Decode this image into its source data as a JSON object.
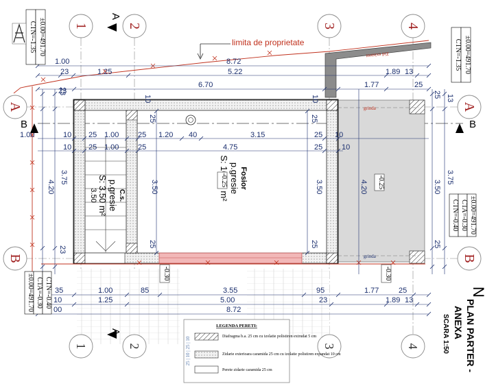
{
  "title": {
    "line1": "PLAN PARTER -",
    "line2": "ANEXA",
    "scale": "SCARA 1:50",
    "north": "N"
  },
  "property_line_label": "limita de proprietate",
  "street_label": "Zid existent",
  "axes": {
    "col": [
      "1",
      "2",
      "3",
      "4"
    ],
    "row": [
      "A",
      "B"
    ]
  },
  "section_marks": {
    "a": "A",
    "b": "B"
  },
  "levels": {
    "top_left": {
      "l1": "CTN=-1.35",
      "l2": "±0.00=491.70"
    },
    "top_right": {
      "l1": "CTN=-1.35",
      "l2": "±0.00=491.70"
    },
    "right_mid": {
      "l1": "CTN=-0.40",
      "l2": "CTA=-0.30",
      "l3": "±0.00=491.70"
    },
    "bottom_left": {
      "l1": "CTN=-0.40",
      "l2": "CTA=-0.30",
      "l3": "±0.00=491.70"
    },
    "room_fosior": "-0.25",
    "terrace": "-0.25",
    "entry_left": "-0.30",
    "entry_right": "-0.30"
  },
  "rooms": {
    "fosior": {
      "name": "Fosior",
      "finish": "p.gresie",
      "area": "S: 16.99 m²"
    },
    "cs": {
      "name": "C.s.",
      "finish": "p.gresie",
      "area": "S: 3.50 m²",
      "dim": "3.50"
    }
  },
  "beam_label": "grinda",
  "dims": {
    "top_total": "8.72",
    "top_left": "1.00",
    "row2": [
      "23",
      "1.25",
      "5.22",
      "1.89",
      "13"
    ],
    "row3_a": "23",
    "row3_b": "6.70",
    "row3_c": "1.77",
    "row3_d": "25",
    "small_10": "10",
    "small_25": "25",
    "inner_row1": [
      "10",
      "25",
      "1.00",
      "25",
      "1.20",
      "40",
      "3.15",
      "25",
      "10"
    ],
    "inner_row2": [
      "10",
      "25",
      "1.00",
      "25",
      "4.75",
      "25",
      "10"
    ],
    "inner_left_100": "1.00",
    "v_left": [
      "4.20",
      "3.75",
      "23",
      "23"
    ],
    "v_inner": [
      "3.50",
      "3.50",
      "25",
      "25",
      "4.20"
    ],
    "v_right": [
      "3.75",
      "3.50",
      "25",
      "25",
      "13"
    ],
    "bot_row1": [
      "35",
      "1.00",
      "85",
      "3.55",
      "95",
      "1.77",
      "25"
    ],
    "bot_row2": [
      "1.25",
      "5.00",
      "23",
      "1.89",
      "13"
    ],
    "bot_total": "8.72",
    "bot_left": "10",
    "bot_left2": "00"
  },
  "legend": {
    "title": "LEGENDA PERETI:",
    "items": [
      "Diafragma b.a. 25 cm cu izolatie polistiren extrudat 5 cm",
      "Zidarie exterioara caramida 25 cm cu izolatie polistiren expandat 10 cm",
      "Perete zidarie caramida 25 cm"
    ],
    "side": "25 | 10 | 25 | 10"
  }
}
